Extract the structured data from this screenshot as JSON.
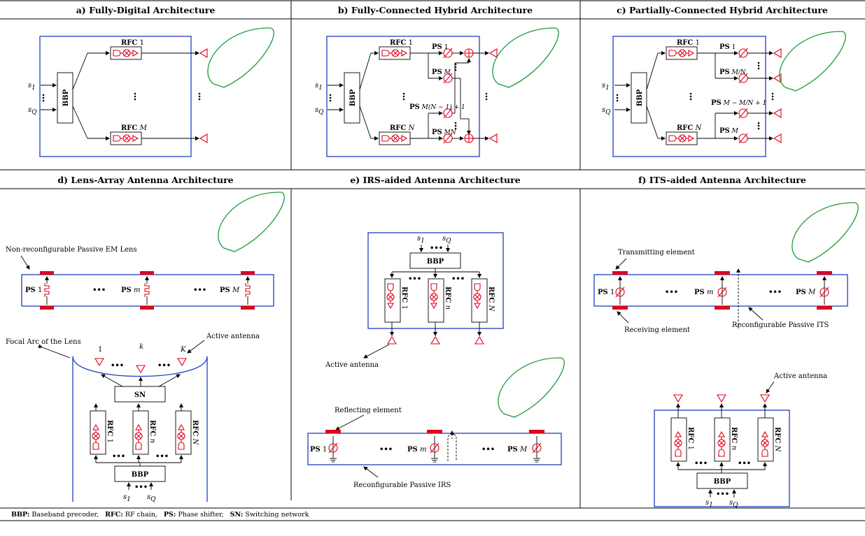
{
  "panels": {
    "a_title": "a) Fully-Digital Architecture",
    "b_title": "b) Fully-Connected Hybrid Architecture",
    "c_title": "c) Partially-Connected Hybrid Architecture",
    "d_title": "d) Lens-Array Antenna Architecture",
    "e_title": "e) IRS-aided Antenna Architecture",
    "f_title": "f) ITS-aided Antenna Architecture"
  },
  "labels": {
    "bbp": "BBP",
    "sn": "SN",
    "rfc": "RFC",
    "ps": "PS",
    "dots": "•••",
    "s1": "s",
    "sub1": "1",
    "subQ": "Q",
    "one": "1",
    "M": "M",
    "N": "N",
    "n": "n",
    "m": "m",
    "k": "k",
    "K": "K",
    "MN": "MN",
    "b_ps3": "M(N − 1) + 1",
    "c_ps2": "M/N",
    "c_ps3": "M − M/N + 1",
    "lens": "Non-reconfigurable Passive EM Lens",
    "focal": "Focal Arc of the Lens",
    "active": "Active antenna",
    "reflecting": "Reflecting element",
    "irs": "Reconfigurable Passive IRS",
    "transmitting": "Transmitting element",
    "receiving": "Receiving element",
    "its": "Reconfigurable Passive ITS"
  },
  "footer": {
    "bbp_key": "BBP:",
    "bbp_val": "Baseband precoder,",
    "rfc_key": "RFC:",
    "rfc_val": "RF chain,",
    "ps_key": "PS:",
    "ps_val": "Phase shifter,",
    "sn_key": "SN:",
    "sn_val": "Switching network"
  }
}
